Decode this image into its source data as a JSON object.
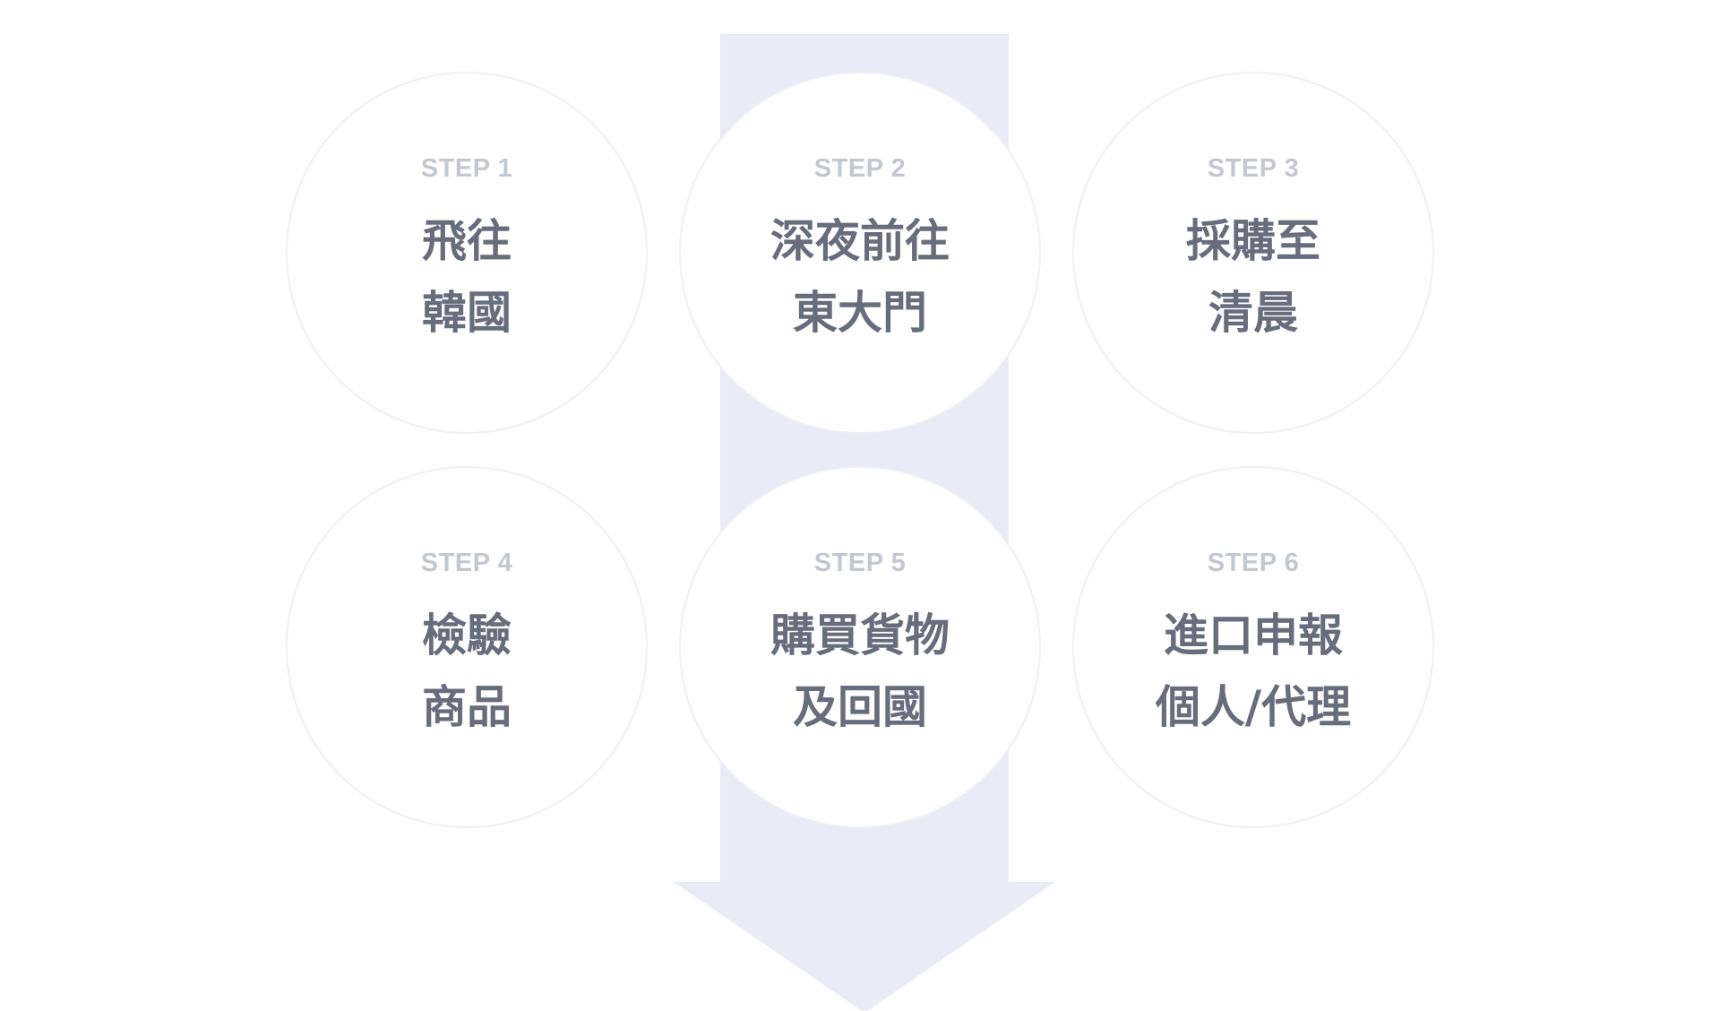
{
  "colors": {
    "arrow": "#e9ecf6",
    "circle_border": "#eef0f5",
    "step_label": "#c3c7d1",
    "step_title": "#676d7c",
    "background": "#ffffff"
  },
  "steps": [
    {
      "label": "STEP 1",
      "lines": [
        "飛往",
        "韓國"
      ]
    },
    {
      "label": "STEP 2",
      "lines": [
        "深夜前往",
        "東大門"
      ]
    },
    {
      "label": "STEP 3",
      "lines": [
        "採購至",
        "清晨"
      ]
    },
    {
      "label": "STEP 4",
      "lines": [
        "檢驗",
        "商品"
      ]
    },
    {
      "label": "STEP 5",
      "lines": [
        "購買貨物",
        "及回國"
      ]
    },
    {
      "label": "STEP 6",
      "lines": [
        "進口申報",
        "個人/代理"
      ]
    }
  ]
}
